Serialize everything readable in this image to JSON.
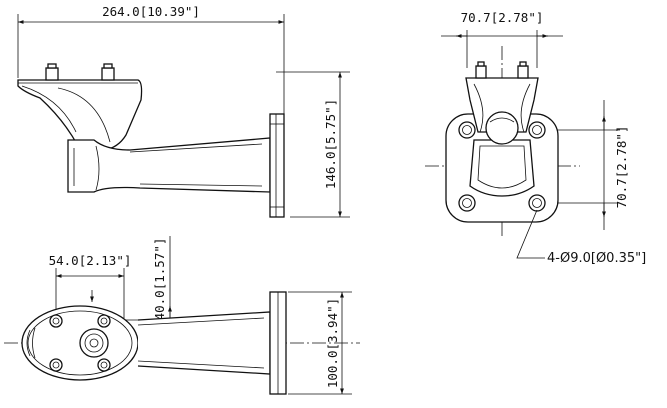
{
  "dimensions": {
    "side_length": "264.0[10.39\"]",
    "side_height": "146.0[5.75\"]",
    "front_width": "70.7[2.78\"]",
    "front_height": "70.7[2.78\"]",
    "top_width": "54.0[2.13\"]",
    "top_offset": "40.0[1.57\"]",
    "top_plate_height": "100.0[3.94\"]"
  },
  "callouts": {
    "mounting_holes": "4-Ø9.0[Ø0.35\"]"
  },
  "colors": {
    "line": "#111111",
    "background": "#ffffff"
  }
}
